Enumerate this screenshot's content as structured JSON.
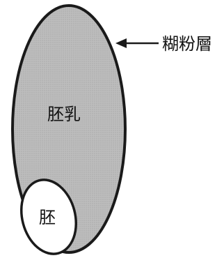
{
  "labels": {
    "aleurone": "糊粉層",
    "endosperm": "胚乳",
    "embryo": "胚"
  },
  "colors": {
    "endosperm_fill": "#bdbdbd",
    "outline": "#1a1a1a",
    "embryo_fill": "#ffffff"
  }
}
